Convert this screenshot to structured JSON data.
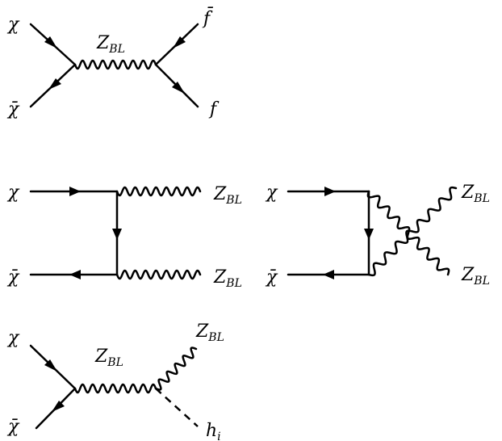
{
  "diagrams": [
    {
      "id": "s-channel",
      "labels": {
        "chi": "χ",
        "chibar": "χ̄",
        "fbar": "f̄",
        "f": "f",
        "boson_main": "Z",
        "boson_sub": "BL"
      }
    },
    {
      "id": "t-channel",
      "labels": {
        "chi": "χ",
        "chibar": "χ̄",
        "boson1_main": "Z",
        "boson1_sub": "BL",
        "boson2_main": "Z",
        "boson2_sub": "BL"
      }
    },
    {
      "id": "u-channel",
      "labels": {
        "chi": "χ",
        "chibar": "χ̄",
        "boson1_main": "Z",
        "boson1_sub": "BL",
        "boson2_main": "Z",
        "boson2_sub": "BL"
      }
    },
    {
      "id": "zh-channel",
      "labels": {
        "chi": "χ",
        "chibar": "χ̄",
        "boson_main": "Z",
        "boson_sub": "BL",
        "boson_out_main": "Z",
        "boson_out_sub": "BL",
        "higgs_main": "h",
        "higgs_sub": "i"
      }
    }
  ]
}
